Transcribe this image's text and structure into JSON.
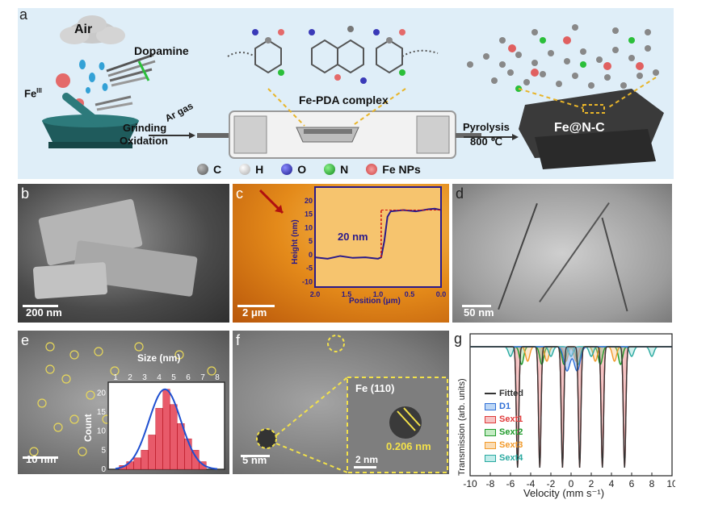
{
  "panel_a": {
    "letter": "a",
    "air": "Air",
    "dopamine": "Dopamine",
    "fe3": "Fe",
    "fe3_sup": "III",
    "grinding": "Grinding",
    "oxidation": "Oxidation",
    "ar_gas": "Ar gas",
    "complex": "Fe-PDA complex",
    "pyrolysis": "Pyrolysis",
    "temp": "800 ℃",
    "product": "Fe@N-C",
    "legend": [
      {
        "label": "C",
        "color": "#7a7a7a"
      },
      {
        "label": "H",
        "color": "#e6e6e6"
      },
      {
        "label": "O",
        "color": "#3a3ab8"
      },
      {
        "label": "N",
        "color": "#2bbf3a"
      },
      {
        "label": "Fe NPs",
        "color": "#e06060"
      }
    ]
  },
  "panel_b": {
    "letter": "b",
    "scale": "200 nm"
  },
  "panel_c": {
    "letter": "c",
    "scale": "2 μm",
    "step": "20 nm",
    "ylabel": "Height (nm)",
    "xlabel": "Position (μm)",
    "yticks": [
      "20",
      "15",
      "10",
      "5",
      "0",
      "-5",
      "-10"
    ],
    "xticks": [
      "2.0",
      "1.5",
      "1.0",
      "0.5",
      "0.0"
    ]
  },
  "panel_d": {
    "letter": "d",
    "scale": "50 nm"
  },
  "panel_e": {
    "letter": "e",
    "scale": "10 nm",
    "xlabel": "Size (nm)",
    "ylabel": "Count",
    "xticks": [
      "1",
      "2",
      "3",
      "4",
      "5",
      "6",
      "7",
      "8"
    ],
    "yticks": [
      "20",
      "15",
      "10",
      "5",
      "0"
    ]
  },
  "panel_f": {
    "letter": "f",
    "scale": "5 nm",
    "inset_scale": "2 nm",
    "plane": "Fe (110)",
    "dspacing": "0.206 nm"
  },
  "panel_g": {
    "letter": "g",
    "ylabel": "Transmission (arb. units)",
    "xlabel": "Velocity (mm s⁻¹)",
    "xticks": [
      "-10",
      "-8",
      "-6",
      "-4",
      "-2",
      "0",
      "2",
      "4",
      "6",
      "8",
      "10"
    ],
    "legend": [
      {
        "label": "Fitted",
        "color": "#333333"
      },
      {
        "label": "D1",
        "color": "#2f6fd6"
      },
      {
        "label": "Sext1",
        "color": "#e03a3a"
      },
      {
        "label": "Sext2",
        "color": "#1f9a2a"
      },
      {
        "label": "Sext3",
        "color": "#f29a2a"
      },
      {
        "label": "Sext4",
        "color": "#2aa9a0"
      }
    ]
  },
  "chart_data": [
    {
      "type": "line",
      "panel": "c",
      "xlabel": "Position (μm)",
      "ylabel": "Height (nm)",
      "xlim": [
        2.0,
        0.0
      ],
      "ylim": [
        -12,
        25
      ],
      "x": [
        2.0,
        1.8,
        1.6,
        1.4,
        1.2,
        1.0,
        0.95,
        0.9,
        0.85,
        0.8,
        0.6,
        0.4,
        0.2,
        0.1,
        0.0
      ],
      "values": [
        -1,
        -1.5,
        -0.5,
        -1.2,
        -1,
        -1.5,
        -1,
        5,
        14,
        16,
        16.5,
        16,
        16.8,
        17,
        16.5
      ]
    },
    {
      "type": "bar",
      "panel": "e",
      "xlabel": "Size (nm)",
      "ylabel": "Count",
      "ylim": [
        0,
        22
      ],
      "categories": [
        "1.5",
        "2",
        "2.5",
        "3",
        "3.5",
        "4",
        "4.5",
        "5",
        "5.5",
        "6",
        "6.5",
        "7"
      ],
      "values": [
        1,
        2,
        3,
        5,
        9,
        16,
        21,
        17,
        12,
        8,
        5,
        2
      ]
    },
    {
      "type": "line",
      "panel": "g",
      "xlabel": "Velocity (mm s⁻¹)",
      "ylabel": "Transmission (arb. units)",
      "xlim": [
        -10,
        10
      ],
      "series": [
        {
          "name": "Sext1",
          "peaks": [
            -5.3,
            -3.1,
            -0.85,
            0.85,
            3.1,
            5.3
          ]
        },
        {
          "name": "D1",
          "peaks": [
            -0.4,
            0.6
          ]
        }
      ]
    }
  ]
}
